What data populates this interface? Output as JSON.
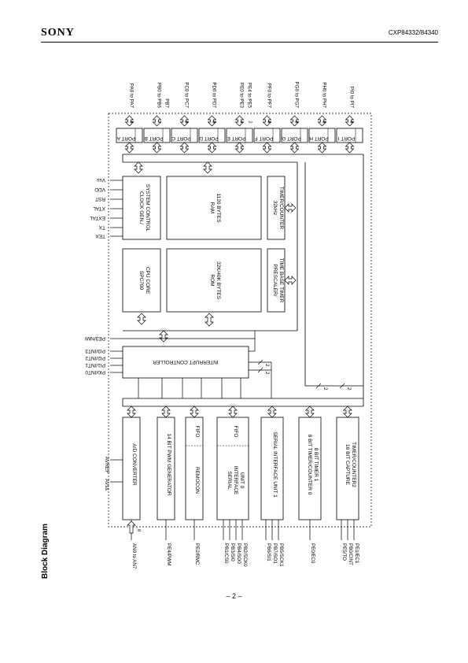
{
  "header": {
    "brand": "SONY",
    "part": "CXP84332/84340"
  },
  "section_title": "Block Diagram",
  "page_number": "– 2 –",
  "ports": [
    {
      "name": "PORT A",
      "pins": "PA0 to PA7",
      "width": "8"
    },
    {
      "name": "PORT B",
      "pins": "PB0 to PB6",
      "pin2": "PB7",
      "width": "7"
    },
    {
      "name": "PORT C",
      "pins": "PC0 to PC7",
      "width": "8"
    },
    {
      "name": "PORT D",
      "pins": "PD0 to PD7",
      "width": "8"
    },
    {
      "name": "PORT E",
      "pins": "PE0 to PE3",
      "pin2": "PE4 to PE5",
      "width": "4",
      "width2": "2"
    },
    {
      "name": "PORT F",
      "pins": "PF0 to PF7",
      "width": "8"
    },
    {
      "name": "PORT G",
      "pins": "PG0 to PG7",
      "width": "8"
    },
    {
      "name": "PORT H",
      "pins": "PH0 to PH7",
      "width": "8"
    },
    {
      "name": "PORT I",
      "pins": "PI0 to PI7",
      "width": "8"
    }
  ],
  "left_pins": [
    "Vss",
    "VDD",
    "RST",
    "XTAL",
    "EXTAL",
    "TX",
    "TEX"
  ],
  "core_blocks": {
    "clock": [
      "CLOCK GEN./",
      "SYSTEM CONTROL"
    ],
    "ram": [
      "RAM",
      "1120 BYTES"
    ],
    "timer32k": [
      "32kHz",
      "TIMER/COUNTER"
    ],
    "cpu": [
      "SPC700",
      "CPU CORE"
    ],
    "rom": [
      "ROM",
      "32K/40K BYTES"
    ],
    "prescaler": [
      "PRESCALER/",
      "TIME BASE TIMER"
    ],
    "interrupt": "INTERRUPT CONTROLLER"
  },
  "int_pins": [
    "PE3/NMI",
    "PI3/INT3",
    "PI2/INT2",
    "PI1/INT1",
    "PI0/INT0"
  ],
  "bus_widths": [
    "2",
    "2",
    "2",
    "2"
  ],
  "peripherals": [
    {
      "label": [
        "A/D CONVERTER"
      ],
      "pins": [
        "AN0 to AN7"
      ],
      "width": "8"
    },
    {
      "label": [
        "14 BIT PWM GENERATOR"
      ],
      "pins": [
        "PE4/PWM"
      ]
    },
    {
      "label": [
        "REMOCON"
      ],
      "fifo": "FIFO",
      "pins": [
        "PE2/RMC"
      ]
    },
    {
      "label": [
        "SERIAL",
        "INTERFACE",
        "UNIT 0"
      ],
      "fifo": "FIFO",
      "pins": [
        "PB1/CS0",
        "PB3/SI0",
        "PB4/SO0",
        "PB2/SCK0"
      ]
    },
    {
      "label": [
        "SERIAL INTERFACE UNIT 1"
      ],
      "pins": [
        "PB6/SI1",
        "PB7/SO1",
        "PB5/SCK1"
      ]
    },
    {
      "label": [
        "8 BIT TIMER/COUNTER 0",
        "8 BIT TIMER 1"
      ],
      "pins": [
        "PE0/EC0"
      ]
    },
    {
      "label": [
        "16 BIT CAPTURE",
        "TIMER/COUNTER2"
      ],
      "pins": [
        "PE5/TO",
        "PB0/CINT",
        "PE1/EC1"
      ]
    }
  ],
  "analog_pins": [
    "AVREF",
    "AVss"
  ]
}
